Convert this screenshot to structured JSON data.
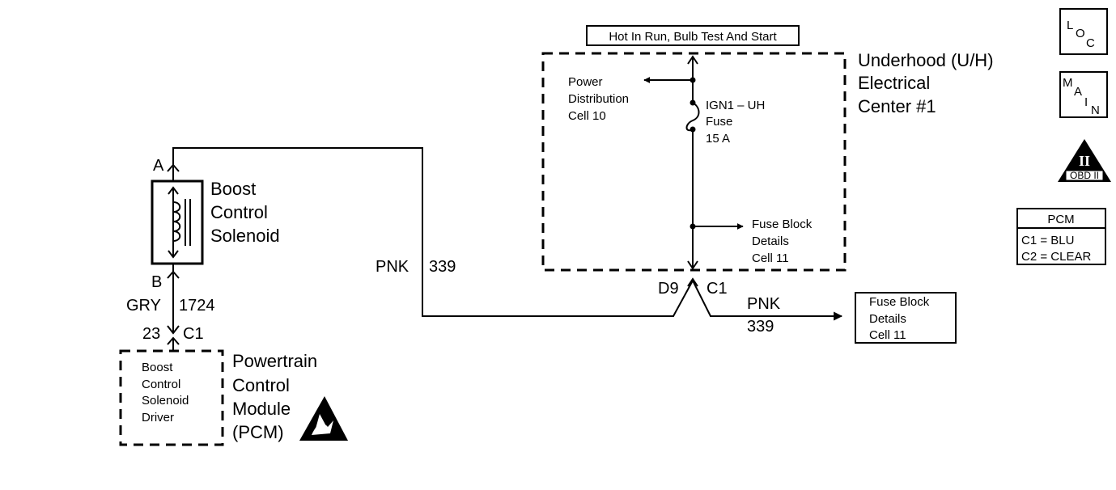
{
  "hot_in_run": "Hot In Run, Bulb Test And Start",
  "underhood": {
    "line1": "Underhood (U/H)",
    "line2": "Electrical",
    "line3": "Center #1"
  },
  "power_distribution": {
    "line1": "Power",
    "line2": "Distribution",
    "line3": "Cell 10"
  },
  "fuse": {
    "line1": "IGN1 – UH",
    "line2": "Fuse",
    "line3": "15 A"
  },
  "fuse_block_inner": {
    "line1": "Fuse Block",
    "line2": "Details",
    "line3": "Cell 11"
  },
  "fuse_block_outer": {
    "line1": "Fuse Block",
    "line2": "Details",
    "line3": "Cell 11"
  },
  "connector_d9": {
    "pin": "D9",
    "conn": "C1"
  },
  "wire_pnk_outer": {
    "color": "PNK",
    "circuit": "339"
  },
  "wire_pnk_left": {
    "color": "PNK",
    "circuit": "339"
  },
  "wire_gry": {
    "color": "GRY",
    "circuit": "1724"
  },
  "solenoid": {
    "line1": "Boost",
    "line2": "Control",
    "line3": "Solenoid",
    "pin_a": "A",
    "pin_b": "B"
  },
  "pcm_connector": {
    "pin": "23",
    "conn": "C1"
  },
  "pcm_driver": {
    "line1": "Boost",
    "line2": "Control",
    "line3": "Solenoid",
    "line4": "Driver"
  },
  "pcm_module": {
    "line1": "Powertrain",
    "line2": "Control",
    "line3": "Module",
    "line4": "(PCM)"
  },
  "legend": {
    "loc": {
      "l": "L",
      "o": "O",
      "c": "C"
    },
    "main": {
      "m": "M",
      "a": "A",
      "i": "I",
      "n": "N"
    },
    "obd": {
      "numeral": "II",
      "label": "OBD II"
    }
  },
  "pcm_table": {
    "title": "PCM",
    "row1": "C1 = BLU",
    "row2": "C2 = CLEAR"
  }
}
